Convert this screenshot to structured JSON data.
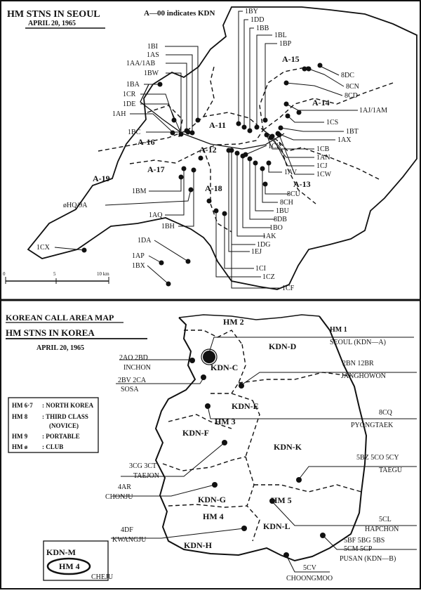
{
  "seoul": {
    "title": "HM STNS IN SEOUL",
    "note": "A—00 indicates KDN",
    "date": "APRIL 20, 1965",
    "areas": [
      "A-11",
      "A-12",
      "A-13",
      "A-14",
      "A-15",
      "A-16",
      "A-17",
      "A-18",
      "A-19"
    ],
    "stations": [
      "1BY",
      "1DD",
      "1BB",
      "1BL",
      "1BP",
      "1BI",
      "1AS",
      "1AA/1AB",
      "1BW",
      "1BA",
      "1CR",
      "1DE",
      "1AH",
      "8DC",
      "8CN",
      "8CD",
      "1AJ/1AM",
      "1CS",
      "1BT",
      "1AX",
      "1BC",
      "1CB",
      "1CK",
      "1AN",
      "1CJ",
      "1CW",
      "1AV",
      "8CU",
      "8CH",
      "1BU",
      "8DB",
      "1BO",
      "1AK",
      "1DG",
      "1EJ",
      "1BM",
      "øHQ/9A",
      "1AQ",
      "1BH",
      "1DA",
      "1AP",
      "1BX",
      "1CX",
      "1CI",
      "1CZ",
      "1CF"
    ],
    "scale": [
      "0",
      "5",
      "10 km"
    ]
  },
  "korea": {
    "title": "KOREAN CALL AREA MAP",
    "subtitle": "HM STNS IN KOREA",
    "date": "APRIL 20, 1965",
    "districts": [
      "KDN-D",
      "KDN-C",
      "KDN-E",
      "KDN-F",
      "KDN-K",
      "KDN-G",
      "KDN-L",
      "KDN-H",
      "KDN-M"
    ],
    "hm_labels": [
      "HM 2",
      "HM 3",
      "HM 4",
      "HM 5",
      "HM 4"
    ],
    "legend": [
      {
        "key": "HM 6·7",
        "text": ": NORTH KOREA"
      },
      {
        "key": "HM 8",
        "text": ": THIRD CLASS"
      },
      {
        "key": "",
        "text": "(NOVICE)"
      },
      {
        "key": "HM 9",
        "text": ": PORTABLE"
      },
      {
        "key": "HM ø",
        "text": ": CLUB"
      }
    ],
    "callouts": [
      {
        "calls": "HM 1",
        "place": "SEOUL (KDN—A)"
      },
      {
        "calls": "2AO  2BD",
        "place": "INCHON"
      },
      {
        "calls": "2BN 12BR",
        "place": "JANGHOWON"
      },
      {
        "calls": "2BV  2CA",
        "place": "SOSA"
      },
      {
        "calls": "8CQ",
        "place": "PYONGTAEK"
      },
      {
        "calls": "5BZ 5CO 5CY",
        "place": "TAEGU"
      },
      {
        "calls": "3CG  3CT",
        "place": "TAEJON"
      },
      {
        "calls": "4AR",
        "place": "CHONJU"
      },
      {
        "calls": "5CL",
        "place": "HAPCHON"
      },
      {
        "calls": "4DF",
        "place": "KWANGJU"
      },
      {
        "calls": "5BF 5BG 5BS",
        "place": "5CM  5CP"
      },
      {
        "calls": "",
        "place": "PUSAN (KDN—B)"
      },
      {
        "calls": "5CV",
        "place": "CHOONGMOO"
      },
      {
        "calls": "",
        "place": "CHEJU"
      }
    ]
  }
}
